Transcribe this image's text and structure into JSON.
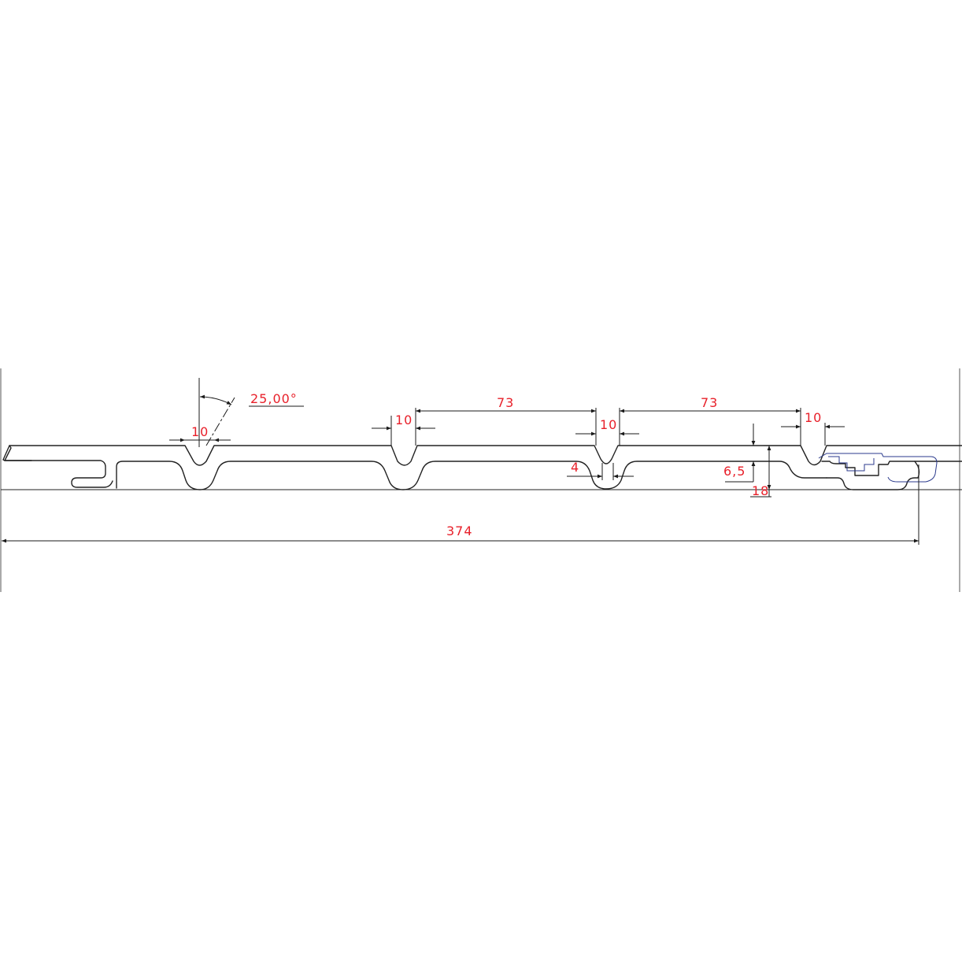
{
  "colors": {
    "outline": "#222222",
    "dimension_line": "#1a1a1a",
    "dimension_text": "#e8202a",
    "mating_profile": "#2b3a8c",
    "frame": "#555555"
  },
  "dimensions": {
    "angle": "25,00°",
    "groove_width_1": "10",
    "groove_width_2": "10",
    "groove_width_3": "10",
    "groove_width_4": "10",
    "pitch_1": "73",
    "pitch_2": "73",
    "groove_bottom": "4",
    "groove_depth": "6,5",
    "thickness": "18",
    "overall_width": "374"
  }
}
